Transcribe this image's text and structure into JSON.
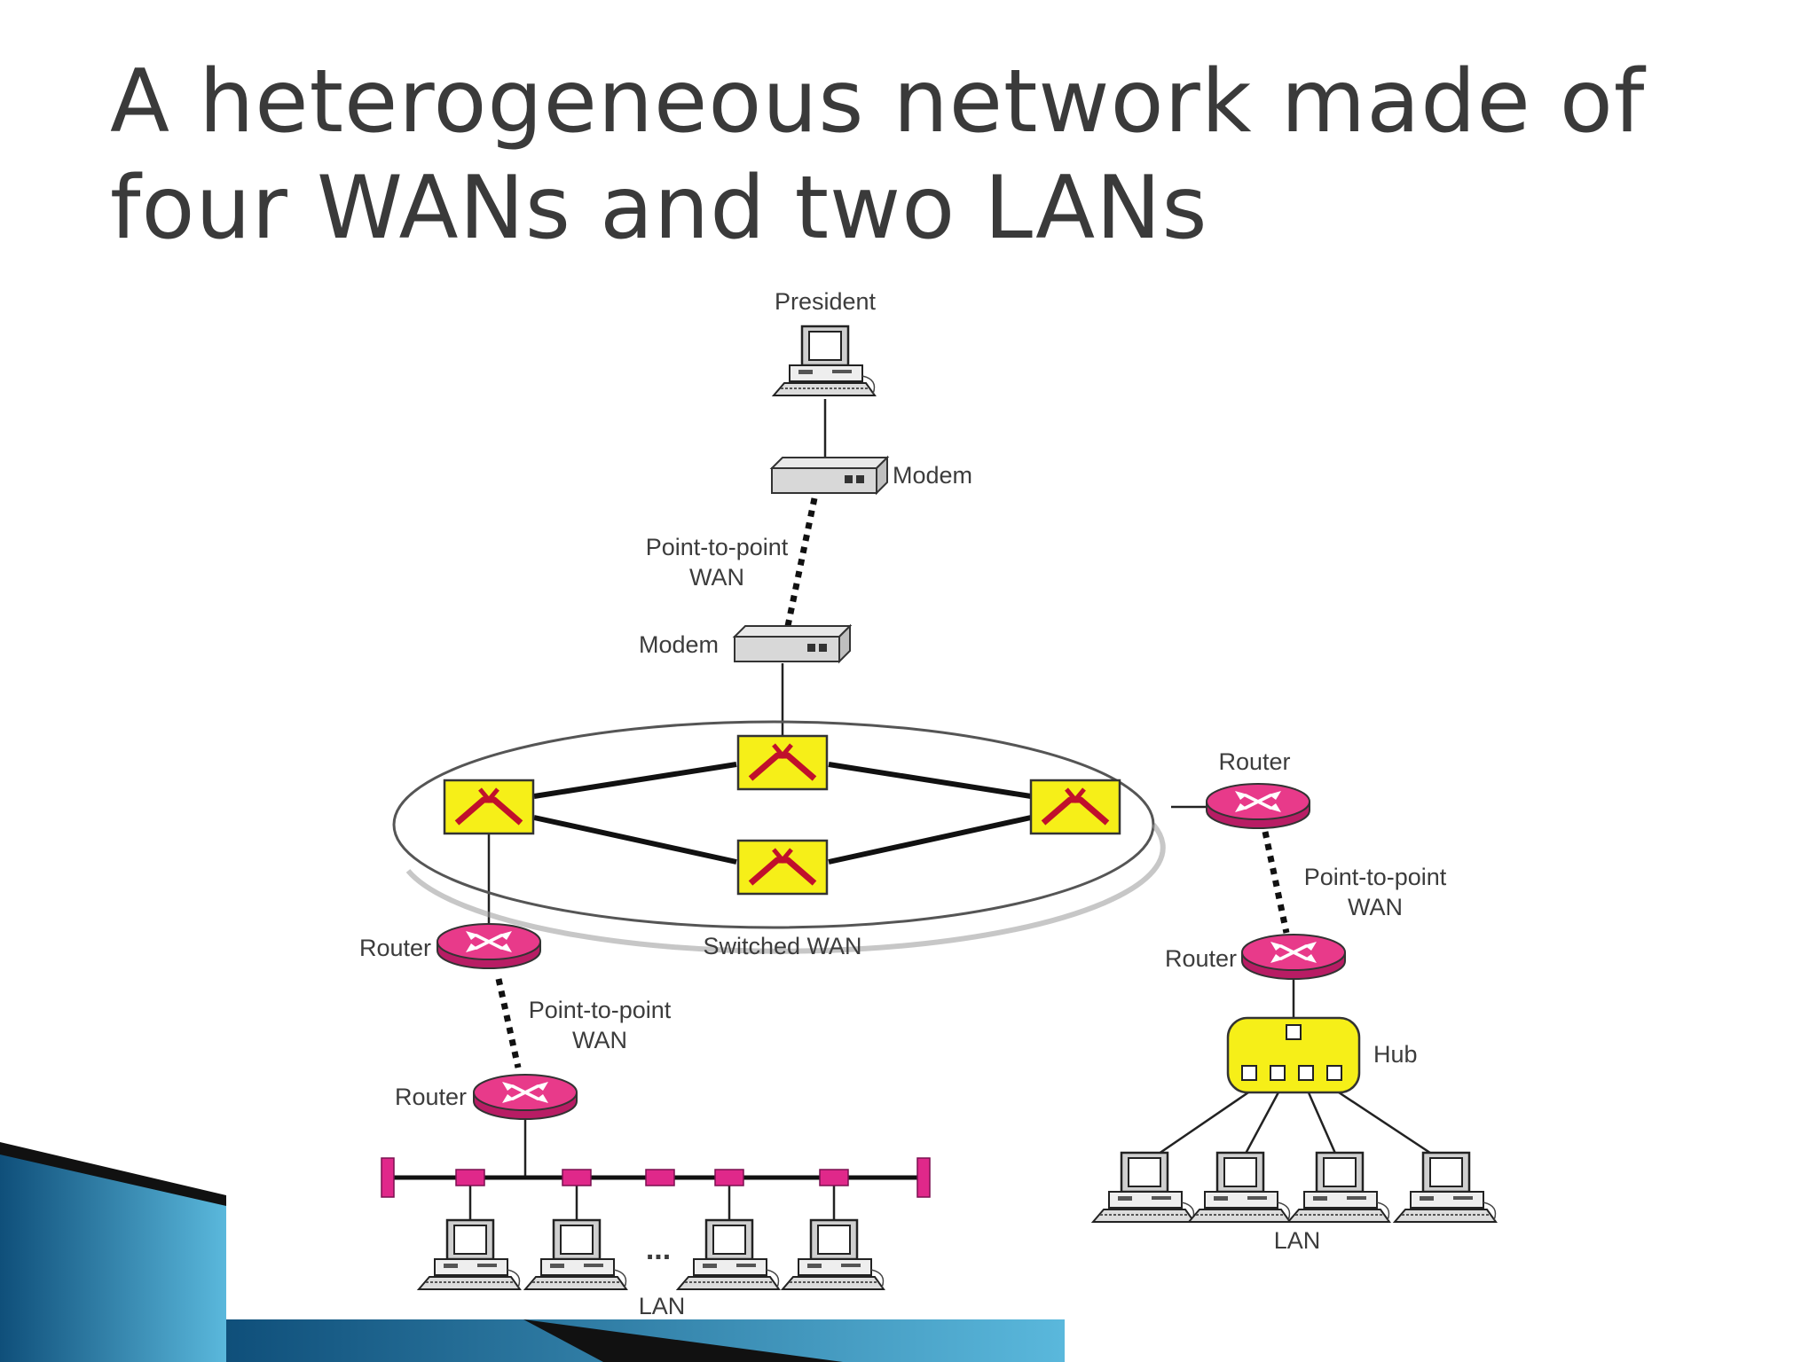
{
  "slide": {
    "title": "A heterogeneous network made of four WANs and two LANs"
  },
  "diagram": {
    "labels": {
      "president": "President",
      "modem_top": "Modem",
      "modem_bottom": "Modem",
      "p2p_top_line1": "Point-to-point",
      "p2p_top_line2": "WAN",
      "switched_wan": "Switched WAN",
      "router_right_top": "Router",
      "p2p_right_line1": "Point-to-point",
      "p2p_right_line2": "WAN",
      "router_right_bottom": "Router",
      "hub": "Hub",
      "lan_right": "LAN",
      "router_left_top": "Router",
      "p2p_left_line1": "Point-to-point",
      "p2p_left_line2": "WAN",
      "router_left_bottom": "Router",
      "lan_left": "LAN",
      "ellipsis": "..."
    },
    "colors": {
      "switch_fill": "#f6ef18",
      "switch_glyph": "#c0102c",
      "router_fill": "#e83a8a",
      "tap_fill": "#e0288a",
      "hub_fill": "#f6ef18",
      "title_text": "#3a3a3a",
      "accent_gradient_start": "#0f4f7a",
      "accent_gradient_end": "#5ab8dc"
    }
  }
}
